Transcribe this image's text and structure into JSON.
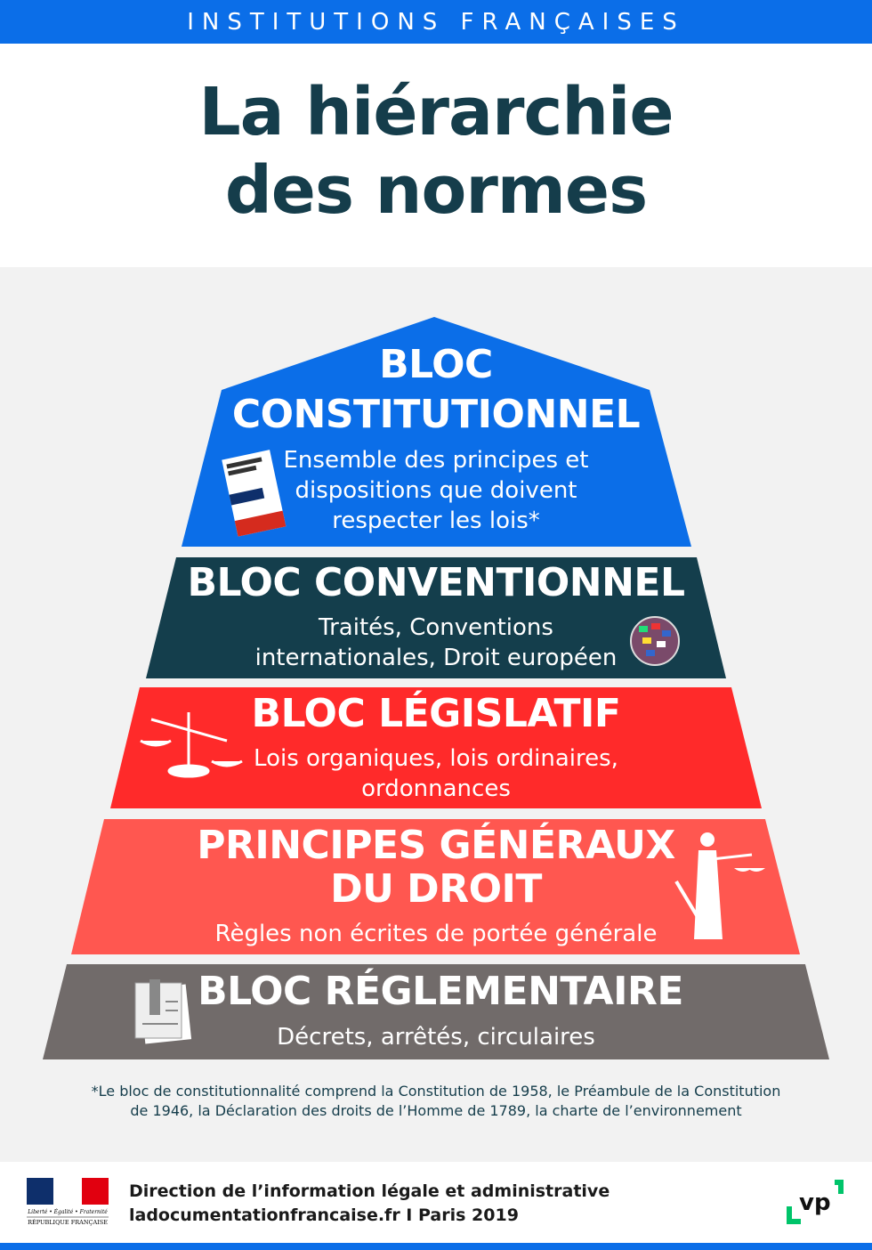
{
  "header": {
    "kicker": "INSTITUTIONS FRANÇAISES",
    "title_line1": "La hiérarchie",
    "title_line2": "des normes"
  },
  "tiers": [
    {
      "title_line1": "BLOC",
      "title_line2": "CONSTITUTIONNEL",
      "desc": [
        "Ensemble des principes et",
        "dispositions que doivent",
        "respecter les lois*"
      ],
      "color": "#0b6ee8",
      "icon": "constitution-book-icon"
    },
    {
      "title": "BLOC CONVENTIONNEL",
      "desc": [
        "Traités, Conventions",
        "internationales, Droit européen"
      ],
      "color": "#143e4c",
      "icon": "globe-flags-icon"
    },
    {
      "title": "BLOC LÉGISLATIF",
      "desc": [
        "Lois organiques, lois ordinaires,",
        "ordonnances"
      ],
      "color": "#ff2a2a",
      "icon": "scales-icon"
    },
    {
      "title_line1": "PRINCIPES GÉNÉRAUX",
      "title_line2": "DU DROIT",
      "desc": [
        "Règles non écrites de portée générale"
      ],
      "color": "#ff5750",
      "icon": "lady-justice-icon"
    },
    {
      "title": "BLOC RÉGLEMENTAIRE",
      "desc": [
        "Décrets, arrêtés, circulaires"
      ],
      "color": "#716b6a",
      "icon": "document-icon"
    }
  ],
  "footnote": [
    "*Le bloc de constitutionnalité comprend la Constitution de 1958, le Préambule de la Constitution",
    "de 1946, la Déclaration des droits de l’Homme de 1789, la charte de l’environnement"
  ],
  "footer": {
    "line1": "Direction de l’information légale et administrative",
    "line2": "ladocumentationfrancaise.fr I Paris 2019",
    "logo_motto": "Liberté • Égalité • Fraternité",
    "logo_name": "RÉPUBLIQUE FRANÇAISE",
    "brand": "vp"
  }
}
